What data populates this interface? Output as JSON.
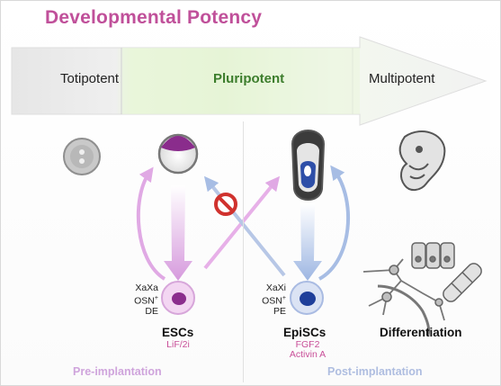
{
  "title": "Developmental Potency",
  "potency_band": {
    "labels": [
      "Totipotent",
      "Pluripotent",
      "Multipotent"
    ]
  },
  "esc": {
    "markers": [
      "XaXa",
      "OSN+",
      "DE"
    ],
    "name": "ESCs",
    "conditions": [
      "LiF/2i"
    ]
  },
  "episc": {
    "markers": [
      "XaXi",
      "OSN+",
      "PE"
    ],
    "name": "EpiSCs",
    "conditions": [
      "FGF2",
      "Activin A"
    ]
  },
  "differentiation_label": "Differentiation",
  "stages": {
    "pre": "Pre-implantation",
    "post": "Post-implantation"
  },
  "colors": {
    "title": "#c0509a",
    "pluripotent": "#3c7d2c",
    "esc_arrow": "#e0a9e4",
    "episc_arrow": "#a7bde4",
    "pre_label": "#cfa4dc",
    "post_label": "#aebde0",
    "block_sign": "#d0322e"
  },
  "icons": {
    "blocked": "prohibited-icon"
  }
}
